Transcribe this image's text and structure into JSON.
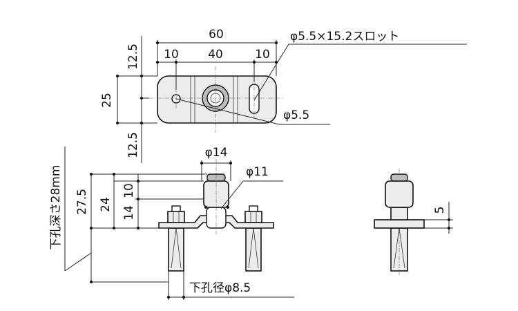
{
  "top_view": {
    "width_total": "60",
    "seg_left": "10",
    "seg_mid": "40",
    "seg_right": "10",
    "height_top": "12.5",
    "height_mid": "25",
    "height_bottom": "12.5",
    "slot_label": "φ5.5×15.2スロット",
    "hole_label": "φ5.5"
  },
  "front_view": {
    "dia_top": "φ14",
    "dia_inner": "φ11",
    "height_total": "27.5",
    "height_24": "24",
    "height_14": "14",
    "height_10": "10",
    "hole_depth": "下孔深さ28mm",
    "hole_dia": "下孔径φ8.5"
  },
  "side_view": {
    "plate_thickness": "5"
  }
}
